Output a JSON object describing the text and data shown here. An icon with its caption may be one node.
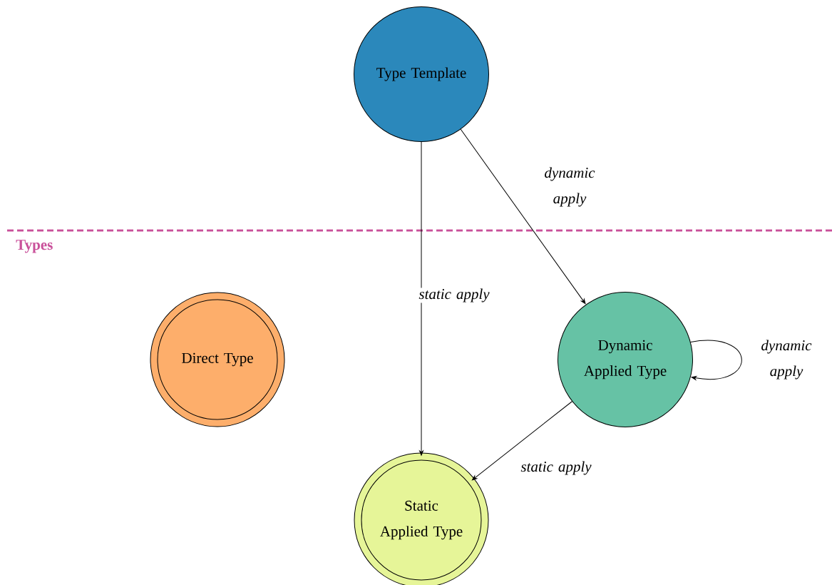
{
  "diagram": {
    "nodes": [
      {
        "text": [
          "Type Template"
        ]
      },
      {
        "text": [
          "Direct Type"
        ]
      },
      {
        "text": [
          "Dynamic Applied Type"
        ]
      },
      {
        "text": [
          "Static Applied Type"
        ]
      }
    ],
    "edges": [
      {
        "from": 0,
        "to": 3,
        "arrow": "to",
        "label": "static apply"
      },
      {
        "from": 0,
        "to": 2,
        "arrow": "to",
        "label": "dynamic apply"
      },
      {
        "from": 2,
        "to": 2,
        "arrow": "to",
        "label": "dynamic apply"
      },
      {
        "from": 2,
        "to": 3,
        "arrow": "to",
        "label": "static apply"
      }
    ],
    "labels": [
      "Types"
    ]
  }
}
